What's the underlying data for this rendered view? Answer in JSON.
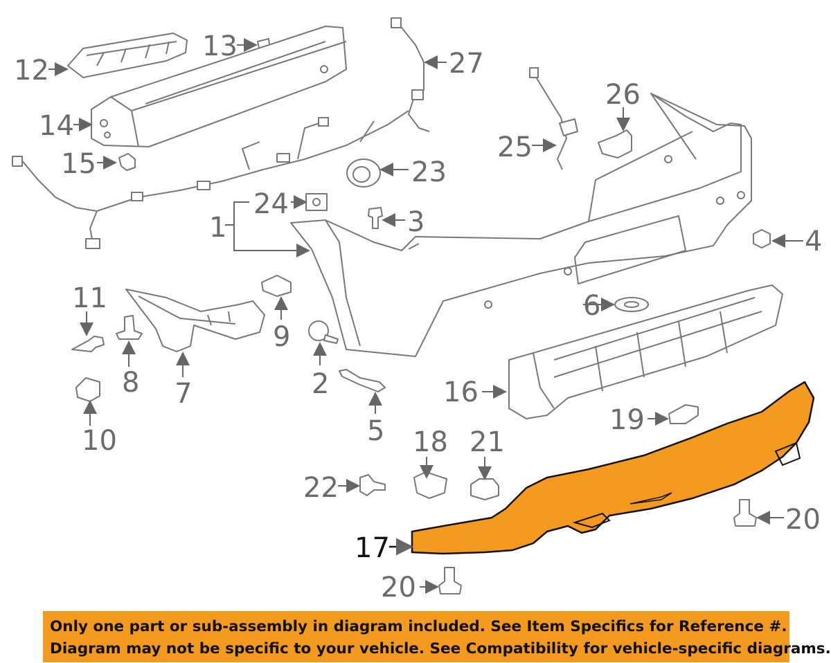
{
  "callouts": {
    "c1": "1",
    "c2": "2",
    "c3": "3",
    "c4": "4",
    "c5": "5",
    "c6": "6",
    "c7": "7",
    "c8": "8",
    "c9": "9",
    "c10": "10",
    "c11": "11",
    "c12": "12",
    "c13": "13",
    "c14": "14",
    "c15": "15",
    "c16": "16",
    "c17": "17",
    "c18": "18",
    "c19": "19",
    "c20a": "20",
    "c20b": "20",
    "c21": "21",
    "c22": "22",
    "c23": "23",
    "c24": "24",
    "c25": "25",
    "c26": "26",
    "c27": "27"
  },
  "highlighted_part": "17",
  "colors": {
    "highlight": "#f39a1f",
    "line": "#777777",
    "label": "#6b6b6b",
    "banner": "#f39a1f"
  },
  "disclaimer": {
    "line1": "Only one part or sub-assembly in diagram included. See Item Specifics for Reference #.",
    "line2": "Diagram may not be specific to your vehicle. See Compatibility for vehicle-specific diagrams."
  }
}
